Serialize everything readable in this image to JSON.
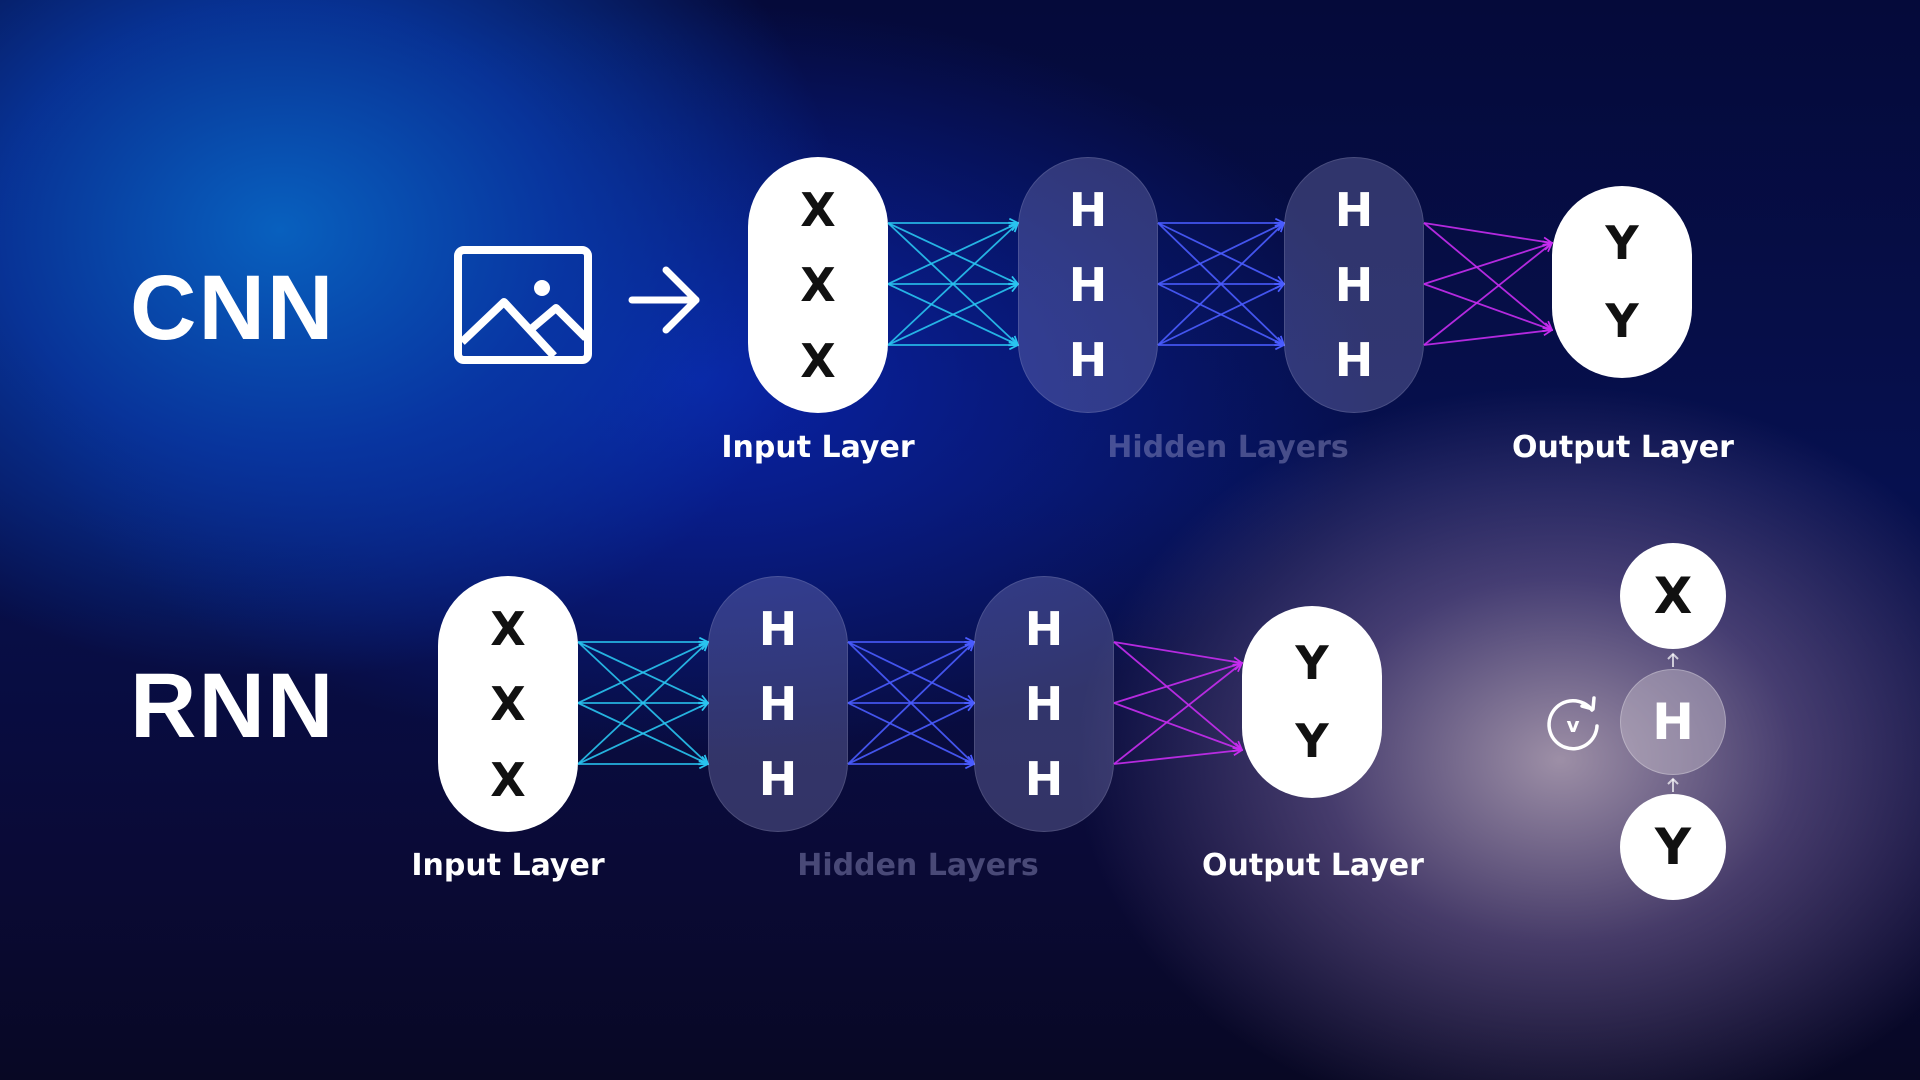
{
  "cnn": {
    "title": "CNN",
    "input_nodes": [
      "X",
      "X",
      "X"
    ],
    "hidden1_nodes": [
      "H",
      "H",
      "H"
    ],
    "hidden2_nodes": [
      "H",
      "H",
      "H"
    ],
    "output_nodes": [
      "Y",
      "Y"
    ],
    "input_caption": "Input Layer",
    "hidden_caption": "Hidden Layers",
    "output_caption": "Output Layer"
  },
  "rnn": {
    "title": "RNN",
    "input_nodes": [
      "X",
      "X",
      "X"
    ],
    "hidden1_nodes": [
      "H",
      "H",
      "H"
    ],
    "hidden2_nodes": [
      "H",
      "H",
      "H"
    ],
    "output_nodes": [
      "Y",
      "Y"
    ],
    "input_caption": "Input Layer",
    "hidden_caption": "Hidden Layers",
    "output_caption": "Output Layer"
  },
  "recurrent_cell": {
    "top": "X",
    "middle": "H",
    "bottom": "Y",
    "loop_icon": "recurrent-loop-icon",
    "loop_letter": "v"
  },
  "icons": {
    "image": "image-icon",
    "arrow": "arrow-right-icon"
  },
  "colors": {
    "link_cyan": "#29c4f0",
    "link_blue": "#4a5cff",
    "link_magenta": "#c72cf0"
  }
}
